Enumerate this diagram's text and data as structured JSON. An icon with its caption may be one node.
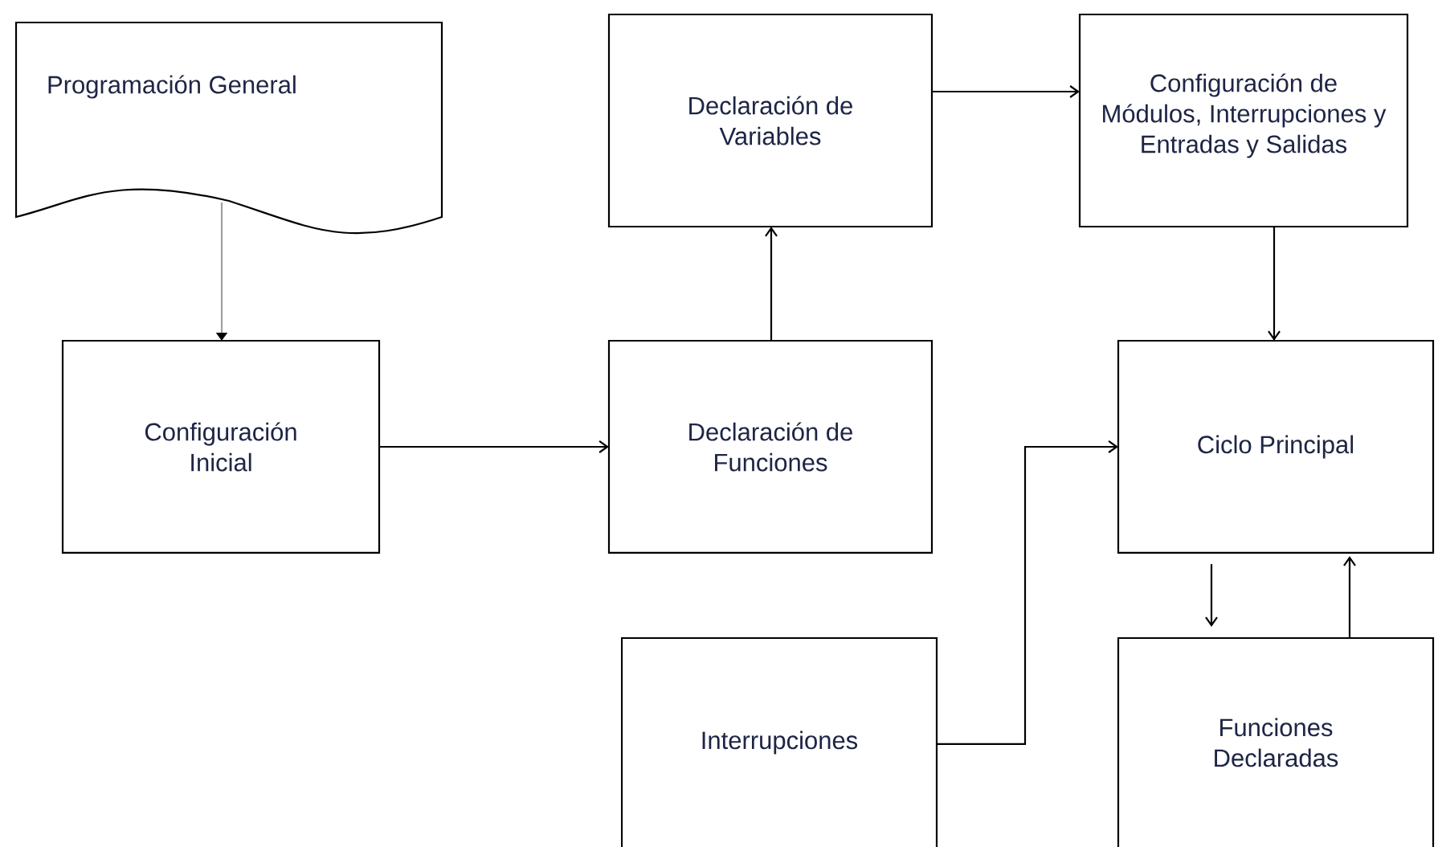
{
  "diagram": {
    "nodes": [
      {
        "text": [
          "Programación General"
        ]
      },
      {
        "text": [
          "Configuración Inicial"
        ]
      },
      {
        "text": [
          "Declaración de Funciones"
        ]
      },
      {
        "text": [
          "Declaración de Variables"
        ]
      },
      {
        "text": [
          "Configuración de Módulos, Interrupciones y Entradas y Salidas"
        ]
      },
      {
        "text": [
          "Ciclo Principal"
        ]
      },
      {
        "text": [
          "Interrupciones"
        ]
      },
      {
        "text": [
          "Funciones Declaradas"
        ]
      }
    ],
    "edges": [
      {
        "from": 0,
        "to": 1,
        "arrow": "to",
        "color": "#a0a0a0"
      },
      {
        "from": 1,
        "to": 2,
        "arrow": "to"
      },
      {
        "from": 2,
        "to": 3,
        "arrow": "to"
      },
      {
        "from": 3,
        "to": 4,
        "arrow": "to"
      },
      {
        "from": 4,
        "to": 5,
        "arrow": "to"
      },
      {
        "from": 6,
        "to": 5,
        "arrow": "to"
      },
      {
        "from": 5,
        "to": 7,
        "arrow": "to"
      },
      {
        "from": 7,
        "to": 5,
        "arrow": "to"
      }
    ]
  }
}
